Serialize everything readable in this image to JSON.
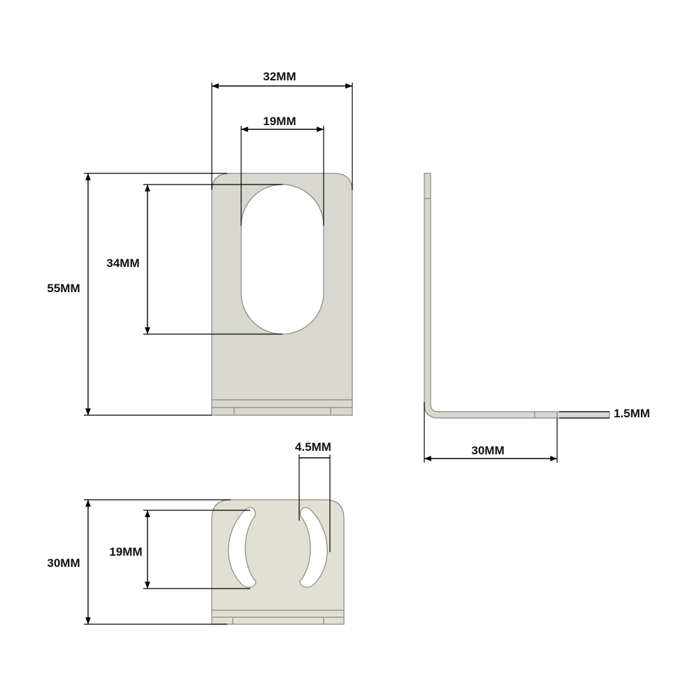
{
  "colors": {
    "plate_fill": "#d9d8d0",
    "plate_fill_bottom": "#e2dfd4",
    "plate_edge": "#8a877c",
    "dimension_line": "#000000",
    "background": "#ffffff"
  },
  "dimensions": {
    "front_width": "32MM",
    "front_slot_width": "19MM",
    "front_height": "55MM",
    "front_slot_height": "34MM",
    "side_thickness": "1.5MM",
    "side_leg_length": "30MM",
    "bottom_slot_width": "4.5MM",
    "bottom_height": "30MM",
    "bottom_slot_span": "19MM"
  }
}
